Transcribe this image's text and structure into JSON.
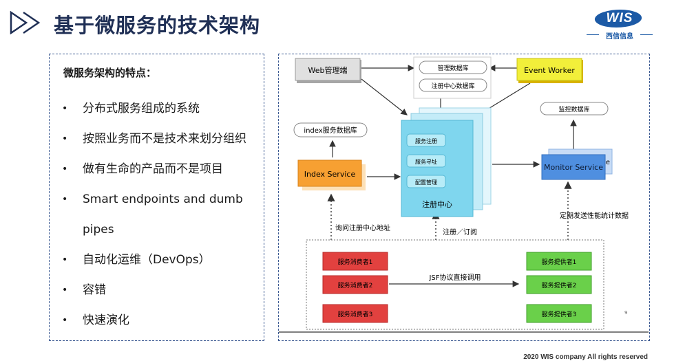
{
  "header": {
    "title": "基于微服务的技术架构",
    "logo_text": "WIS",
    "logo_sub": "西信信息"
  },
  "left_panel": {
    "heading": "微服务架构的特点：",
    "bullet_symbol": "•",
    "items": [
      "分布式服务组成的系统",
      "按照业务而不是技术来划分组织",
      "做有生命的产品而不是项目",
      "Smart endpoints and dumb",
      "自动化运维（DevOps）",
      "容错",
      "快速演化"
    ],
    "item_continuation": "pipes"
  },
  "diagram": {
    "web_admin": "Web管理端",
    "mgmt_db": "管理数据库",
    "registry_db": "注册中心数据库",
    "event_worker": "Event Worker",
    "monitor_db": "监控数据库",
    "index_db": "index服务数据库",
    "index_service": "Index Service",
    "registry_items": [
      "服务注册",
      "服务寻址",
      "配置管理"
    ],
    "registry_center": "注册中心",
    "monitor_service": "Monitor Service",
    "monitor_partial": "e",
    "query_label": "询问注册中心地址",
    "register_label": "注册／订阅",
    "report_label": "定期发送性能统计数据",
    "consumers": [
      "服务消费者1",
      "服务消费者2",
      "服务消费者3"
    ],
    "providers": [
      "服务提供者1",
      "服务提供者2",
      "服务提供者3"
    ],
    "jsf_label": "JSF协议直接调用",
    "page_num": "9"
  },
  "footer": {
    "copyright": "2020 WIS company All rights reserved"
  },
  "colors": {
    "title": "#1f2f55",
    "border": "#3d5b93",
    "cyan": "#7fd6ee",
    "orange": "#f7a032",
    "yellow": "#f2ef3a",
    "blue": "#4f8fe0",
    "red": "#e2413f",
    "green": "#6ad04a",
    "gray": "#bdbdbd"
  }
}
